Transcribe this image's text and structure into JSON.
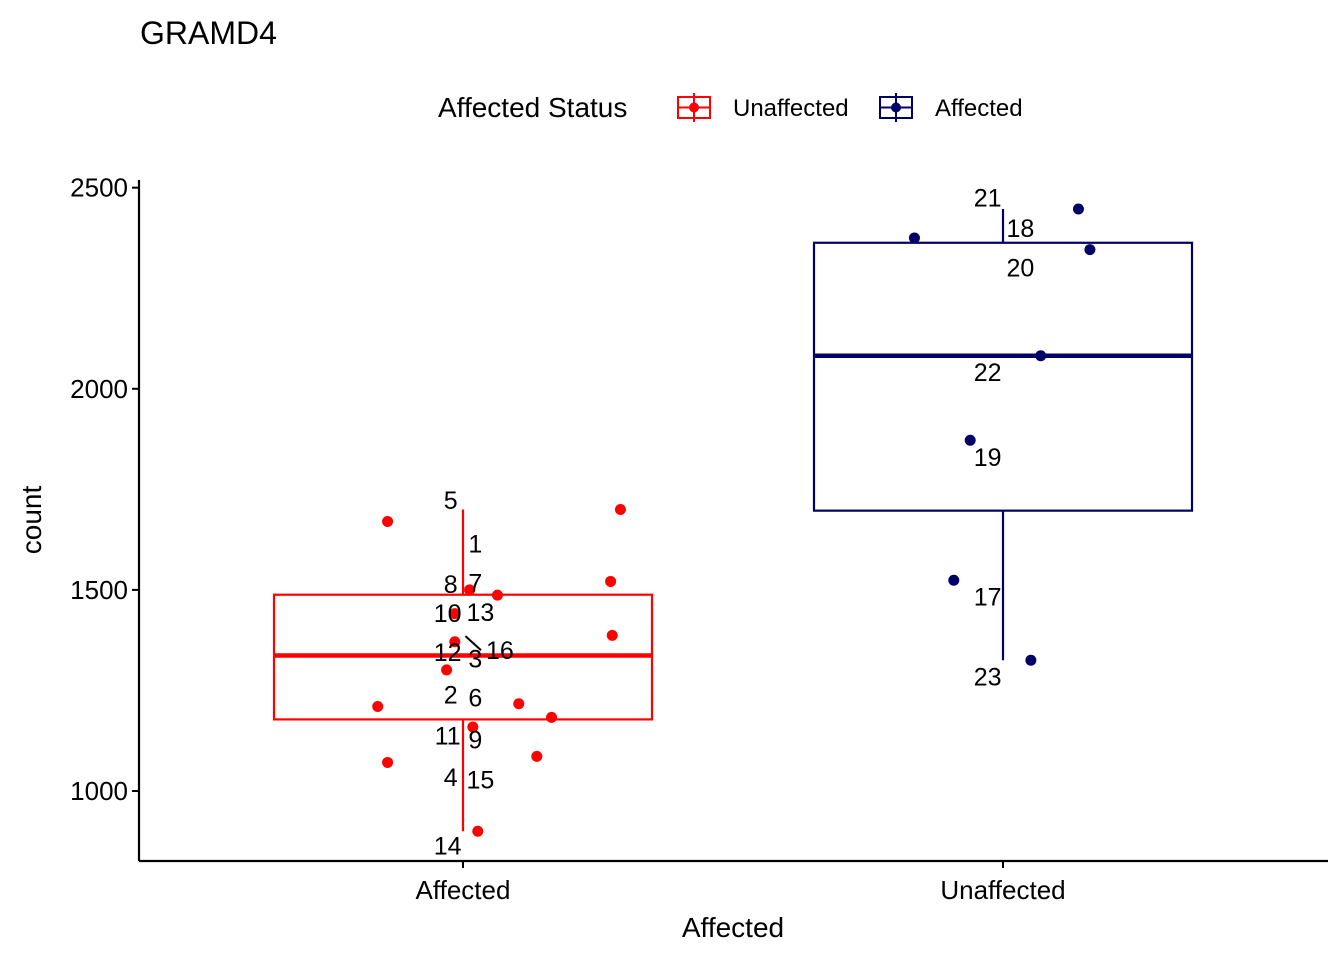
{
  "chart_data": {
    "type": "box",
    "title": "GRAMD4",
    "xlabel": "Affected",
    "ylabel": "count",
    "ylim": [
      830,
      2520
    ],
    "yticks": [
      1000,
      1500,
      2000,
      2500
    ],
    "categories": [
      "Affected",
      "Unaffected"
    ],
    "legend": {
      "title": "Affected Status",
      "position": "top",
      "entries": [
        {
          "label": "Unaffected",
          "color": "#ff0000"
        },
        {
          "label": "Affected",
          "color": "#000066"
        }
      ]
    },
    "boxes": [
      {
        "category": "Affected",
        "color": "#ff0000",
        "min": 900,
        "q1": 1178,
        "median": 1337,
        "q3": 1488,
        "max": 1700
      },
      {
        "category": "Unaffected",
        "color": "#000066",
        "min": 1325,
        "q1": 1697,
        "median": 2082,
        "q3": 2363,
        "max": 2447
      }
    ],
    "points": [
      {
        "category": "Affected",
        "jitter": -0.46,
        "y": 1670,
        "color": "#ff0000"
      },
      {
        "category": "Affected",
        "jitter": 0.96,
        "y": 1700,
        "color": "#ff0000"
      },
      {
        "category": "Affected",
        "jitter": 0.9,
        "y": 1521,
        "color": "#ff0000"
      },
      {
        "category": "Affected",
        "jitter": 0.04,
        "y": 1500,
        "color": "#ff0000"
      },
      {
        "category": "Affected",
        "jitter": 0.21,
        "y": 1487,
        "color": "#ff0000"
      },
      {
        "category": "Affected",
        "jitter": -0.05,
        "y": 1441,
        "color": "#ff0000"
      },
      {
        "category": "Affected",
        "jitter": 0.91,
        "y": 1387,
        "color": "#ff0000"
      },
      {
        "category": "Affected",
        "jitter": -0.05,
        "y": 1371,
        "color": "#ff0000"
      },
      {
        "category": "Affected",
        "jitter": -0.1,
        "y": 1301,
        "color": "#ff0000"
      },
      {
        "category": "Affected",
        "jitter": -0.52,
        "y": 1210,
        "color": "#ff0000"
      },
      {
        "category": "Affected",
        "jitter": 0.34,
        "y": 1217,
        "color": "#ff0000"
      },
      {
        "category": "Affected",
        "jitter": 0.54,
        "y": 1183,
        "color": "#ff0000"
      },
      {
        "category": "Affected",
        "jitter": 0.06,
        "y": 1159,
        "color": "#ff0000"
      },
      {
        "category": "Affected",
        "jitter": 0.45,
        "y": 1086,
        "color": "#ff0000"
      },
      {
        "category": "Affected",
        "jitter": -0.46,
        "y": 1071,
        "color": "#ff0000"
      },
      {
        "category": "Affected",
        "jitter": 0.09,
        "y": 900,
        "color": "#ff0000"
      },
      {
        "category": "Unaffected",
        "jitter": -0.54,
        "y": 2375,
        "color": "#000066"
      },
      {
        "category": "Unaffected",
        "jitter": 0.46,
        "y": 2447,
        "color": "#000066"
      },
      {
        "category": "Unaffected",
        "jitter": 0.53,
        "y": 2346,
        "color": "#000066"
      },
      {
        "category": "Unaffected",
        "jitter": 0.23,
        "y": 2082,
        "color": "#000066"
      },
      {
        "category": "Unaffected",
        "jitter": -0.2,
        "y": 1872,
        "color": "#000066"
      },
      {
        "category": "Unaffected",
        "jitter": -0.3,
        "y": 1524,
        "color": "#000066"
      },
      {
        "category": "Unaffected",
        "jitter": 0.17,
        "y": 1325,
        "color": "#000066"
      }
    ],
    "point_labels": [
      {
        "text": "5",
        "category": "Affected",
        "dx": -0.12,
        "y": 1723
      },
      {
        "text": "1",
        "category": "Affected",
        "dx": 0.12,
        "y": 1615
      },
      {
        "text": "8",
        "category": "Affected",
        "dx": -0.12,
        "y": 1515
      },
      {
        "text": "7",
        "category": "Affected",
        "dx": 0.12,
        "y": 1518
      },
      {
        "text": "10",
        "category": "Affected",
        "dx": -0.15,
        "y": 1443
      },
      {
        "text": "13",
        "category": "Affected",
        "dx": 0.17,
        "y": 1445
      },
      {
        "text": "12",
        "category": "Affected",
        "dx": -0.15,
        "y": 1345
      },
      {
        "text": "3",
        "category": "Affected",
        "dx": 0.12,
        "y": 1330
      },
      {
        "text": "16",
        "category": "Affected",
        "dx": 0.36,
        "y": 1350
      },
      {
        "text": "2",
        "category": "Affected",
        "dx": -0.12,
        "y": 1240
      },
      {
        "text": "6",
        "category": "Affected",
        "dx": 0.12,
        "y": 1232
      },
      {
        "text": "11",
        "category": "Affected",
        "dx": -0.15,
        "y": 1138
      },
      {
        "text": "9",
        "category": "Affected",
        "dx": 0.12,
        "y": 1128
      },
      {
        "text": "4",
        "category": "Affected",
        "dx": -0.12,
        "y": 1035
      },
      {
        "text": "15",
        "category": "Affected",
        "dx": 0.17,
        "y": 1028
      },
      {
        "text": "14",
        "category": "Affected",
        "dx": -0.15,
        "y": 865
      },
      {
        "text": "21",
        "category": "Unaffected",
        "dx": -0.15,
        "y": 2475
      },
      {
        "text": "18",
        "category": "Unaffected",
        "dx": 0.17,
        "y": 2400
      },
      {
        "text": "20",
        "category": "Unaffected",
        "dx": 0.17,
        "y": 2302
      },
      {
        "text": "22",
        "category": "Unaffected",
        "dx": -0.15,
        "y": 2042
      },
      {
        "text": "19",
        "category": "Unaffected",
        "dx": -0.15,
        "y": 1830
      },
      {
        "text": "17",
        "category": "Unaffected",
        "dx": -0.15,
        "y": 1483
      },
      {
        "text": "23",
        "category": "Unaffected",
        "dx": -0.15,
        "y": 1285
      }
    ],
    "segments": [
      {
        "category": "Affected",
        "dx1": 0.03,
        "y1": 1385,
        "dx2": 0.22,
        "y2": 1350
      }
    ],
    "grid": false
  }
}
